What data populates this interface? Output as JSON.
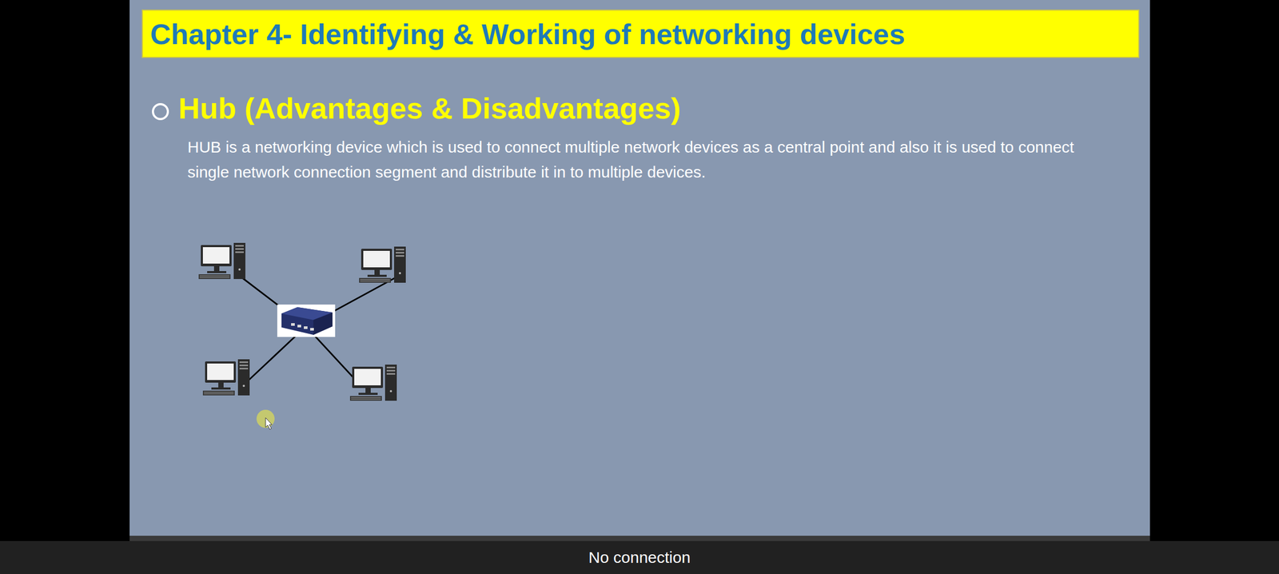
{
  "diagram": {
    "title": "Chapter 4- Identifying & Working of networking devices",
    "labels": [
      "Hub (Advantages & Disadvantages)",
      "HUB is a networking device which is used to connect multiple network devices as a central point and also it is used to connect single network connection segment and distribute it in to multiple devices.",
      "No connection"
    ]
  }
}
